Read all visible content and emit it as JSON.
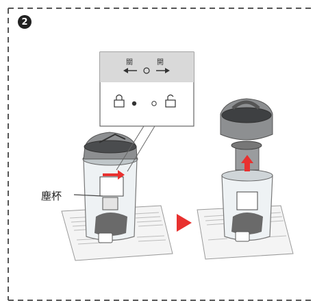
{
  "step": {
    "number": "2"
  },
  "detail_callout": {
    "close_label": "關",
    "open_label": "開",
    "lock_symbol": "lock-icon",
    "unlock_symbol": "unlock-icon"
  },
  "part_label": "塵杯",
  "colors": {
    "arrow": "#e8312f",
    "dashed_border": "#555555",
    "callout_top": "#d9d9d9",
    "body_gray": "#8a8a8a"
  }
}
